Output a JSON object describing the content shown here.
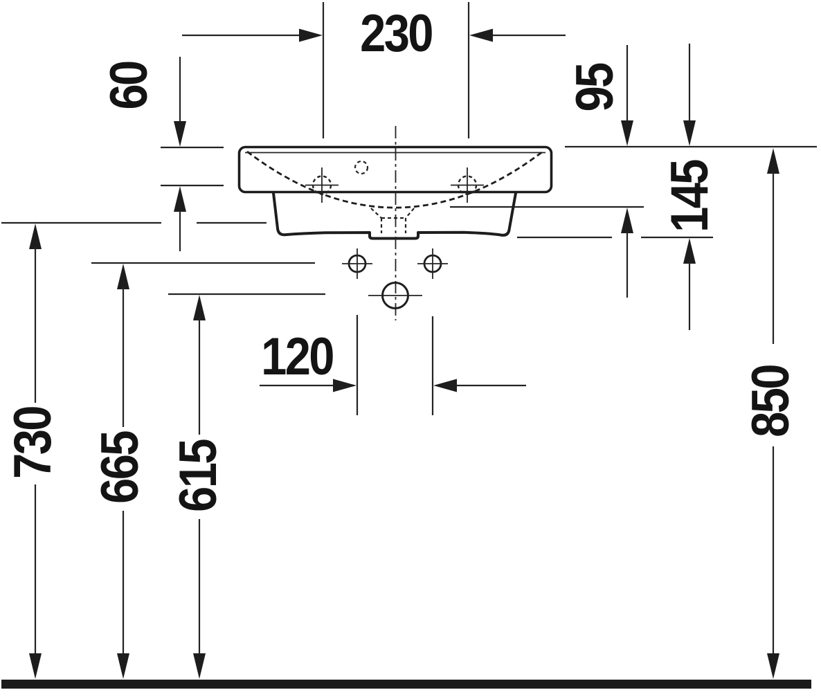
{
  "drawing": {
    "description": "washbasin technical drawing, side elevation with installation dimensions",
    "line_color": "#232323",
    "label_color": "#141414",
    "background_color": "#ffffff",
    "labels": {
      "d230": "230",
      "d60": "60",
      "d95": "95",
      "d145": "145",
      "d120": "120",
      "d730": "730",
      "d665": "665",
      "d615": "615",
      "d850": "850"
    }
  }
}
